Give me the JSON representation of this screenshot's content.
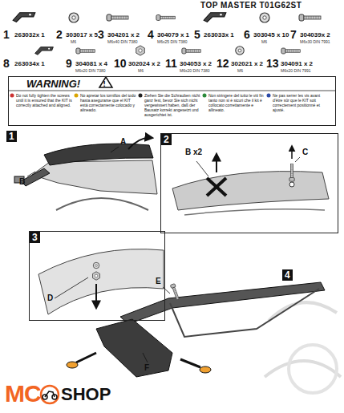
{
  "diagram": {
    "nodes": [
      {
        "text": [
          "WARNING!",
          "Do not fully tighten the screws until it is ensured that the KIT is correctly attached and aligned.",
          "No apretar los tornillos del todo hasta asegurarse que el KIT está correctamente colocado y alineado.",
          "Ziehen Sie die Schrauben nicht ganz fest, bevor Sie sich nicht vergewissert haben, daß der Bausatz korrekt angesetzt und ausgerichtet ist.",
          "Non stringere del tutto le viti fin tanto non si è sicuri che il kit è collocato correttamente e allineato.",
          "Ne pas serrer les vis avant d'être sûr que le KIT soit correctement positionné et ajusté."
        ]
      },
      {
        "text": [
          "2",
          "B x2",
          "C"
        ]
      },
      {
        "text": [
          "3",
          "D"
        ]
      }
    ],
    "labels": [
      "TOP MASTER T01G62ST",
      "1",
      "263032x 1",
      "2",
      "303017 x 5",
      "M6",
      "3",
      "304201 x 2",
      "M6x40 DIN 7380",
      "4",
      "304079 x 1",
      "M6x25 DIN 7380",
      "5",
      "263033x 1",
      "6",
      "303045 x 10",
      "M6",
      "7",
      "304039x 2",
      "M6x30 DIN 7991",
      "8",
      "263034x 1",
      "9",
      "304081 x 4",
      "M6x20 DIN 7380",
      "10",
      "302024 x 2",
      "M6",
      "11",
      "304053 x 2",
      "M6x20 DIN 7380",
      "12",
      "302021 x 2",
      "M6",
      "13",
      "304091 x 2",
      "M6x20 DIN 7991",
      "1",
      "A",
      "B",
      "4",
      "E",
      "F",
      "MC",
      "SHOP"
    ]
  }
}
